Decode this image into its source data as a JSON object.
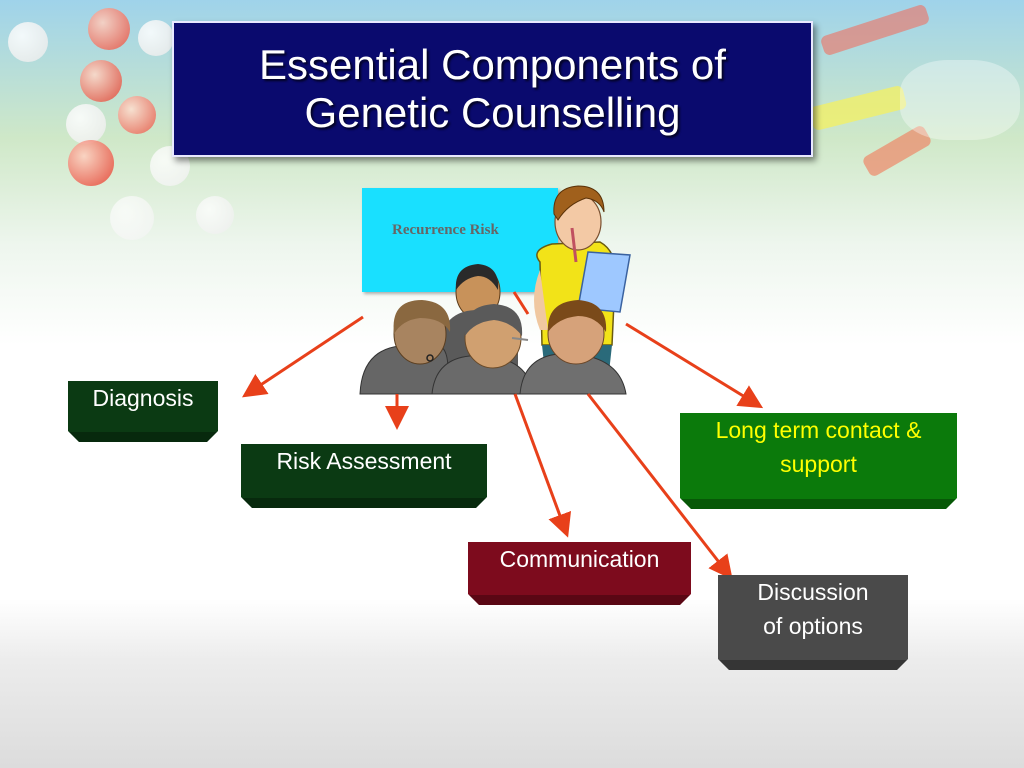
{
  "title": {
    "line1": "Essential Components of",
    "line2": "Genetic Counselling"
  },
  "board": {
    "text": "Recurrence Risk"
  },
  "components": [
    {
      "id": "diagnosis",
      "lines": [
        "Diagnosis"
      ],
      "bg": "#0b3a13"
    },
    {
      "id": "risk-assessment",
      "lines": [
        "Risk Assessment"
      ],
      "bg": "#0b3a13"
    },
    {
      "id": "communication",
      "lines": [
        "Communication"
      ],
      "bg": "#7d0b1d"
    },
    {
      "id": "long-term-contact",
      "lines": [
        "Long term contact &",
        "support"
      ],
      "bg": "#0b7a0b",
      "color": "#ffff00"
    },
    {
      "id": "discussion-of-options",
      "lines": [
        "Discussion",
        "of options"
      ],
      "bg": "#4a4a4a"
    }
  ],
  "colors": {
    "arrow": "#e8401a",
    "title_bg": "#0a0a6e",
    "board_bg": "#19e0ff"
  }
}
